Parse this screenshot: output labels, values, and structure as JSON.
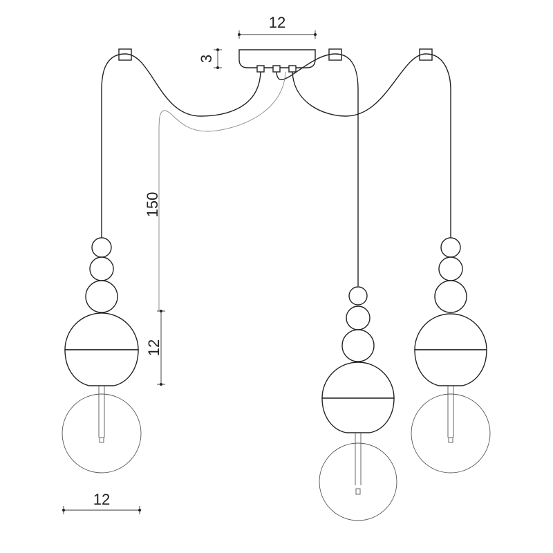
{
  "dimensions": {
    "canopy_width": "12",
    "canopy_height": "3",
    "cable_length": "150",
    "shade_height": "12",
    "bulb_width": "12"
  },
  "pendant_count": 3,
  "colors": {
    "line": "#222222",
    "cable_hidden": "#888888",
    "background": "#ffffff"
  }
}
